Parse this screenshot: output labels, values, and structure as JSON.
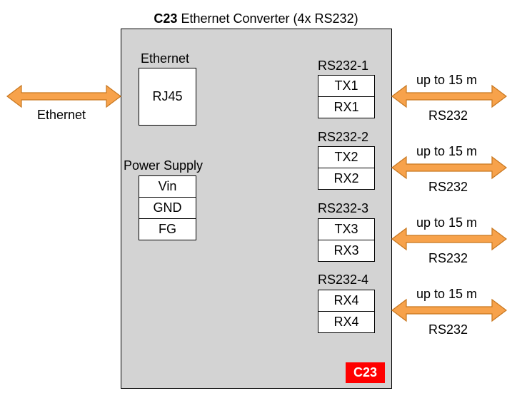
{
  "title": {
    "bold": "C23",
    "rest": " Ethernet Converter (4x RS232)"
  },
  "ethernet_block": {
    "title": "Ethernet",
    "connector": "RJ45",
    "external_label": "Ethernet"
  },
  "power_supply": {
    "title": "Power Supply",
    "pins": [
      "Vin",
      "GND",
      "FG"
    ]
  },
  "ports": [
    {
      "name": "RS232-1",
      "pins": [
        "TX1",
        "RX1"
      ],
      "distance": "up to 15 m",
      "type": "RS232"
    },
    {
      "name": "RS232-2",
      "pins": [
        "TX2",
        "RX2"
      ],
      "distance": "up to 15 m",
      "type": "RS232"
    },
    {
      "name": "RS232-3",
      "pins": [
        "TX3",
        "RX3"
      ],
      "distance": "up to 15 m",
      "type": "RS232"
    },
    {
      "name": "RS232-4",
      "pins": [
        "RX4",
        "RX4"
      ],
      "distance": "up to 15 m",
      "type": "RS232"
    }
  ],
  "brand_badge": "C23",
  "colors": {
    "arrow_fill": "#f7a24b",
    "arrow_stroke": "#c8771f",
    "box_fill": "#d3d3d3",
    "badge": "#ff0000"
  }
}
